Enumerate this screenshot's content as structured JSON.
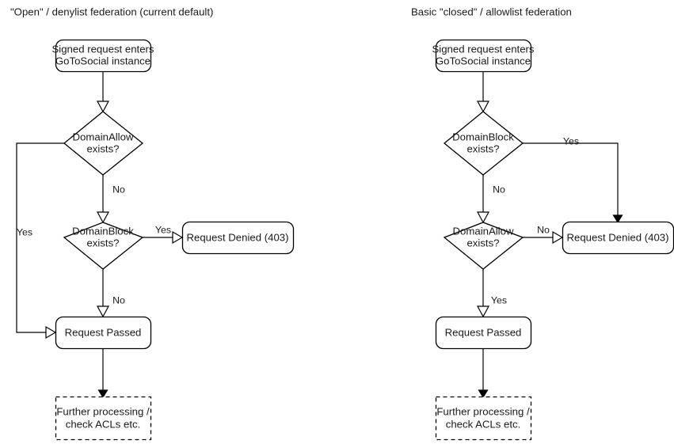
{
  "diagram": {
    "title_left": "\"Open\" / denylist federation (current default)",
    "title_right": "Basic \"closed\" / allowlist federation",
    "columns": [
      {
        "id": "open-denylist",
        "title": "\"Open\" / denylist federation (current default)",
        "nodes": {
          "entry_line1": "Signed request enters",
          "entry_line2": "GoToSocial instance",
          "decision1_line1": "DomainAllow",
          "decision1_line2": "exists?",
          "decision2_line1": "DomainBlock",
          "decision2_line2": "exists?",
          "denied": "Request Denied (403)",
          "passed": "Request Passed",
          "further_line1": "Further processing /",
          "further_line2": "check ACLs etc."
        },
        "edge_labels": {
          "allow_no": "No",
          "allow_yes": "Yes",
          "block_yes": "Yes",
          "block_no": "No"
        }
      },
      {
        "id": "closed-allowlist",
        "title": "Basic \"closed\" / allowlist federation",
        "nodes": {
          "entry_line1": "Signed request enters",
          "entry_line2": "GoToSocial instance",
          "decision1_line1": "DomainBlock",
          "decision1_line2": "exists?",
          "decision2_line1": "DomainAllow",
          "decision2_line2": "exists?",
          "denied": "Request Denied (403)",
          "passed": "Request Passed",
          "further_line1": "Further processing /",
          "further_line2": "check ACLs etc."
        },
        "edge_labels": {
          "block_yes": "Yes",
          "block_no": "No",
          "allow_no": "No",
          "allow_yes": "Yes"
        }
      }
    ],
    "colors": {
      "stroke": "#000000",
      "fill": "#ffffff",
      "text": "#1a1a1a",
      "background": "#ffffff"
    }
  }
}
